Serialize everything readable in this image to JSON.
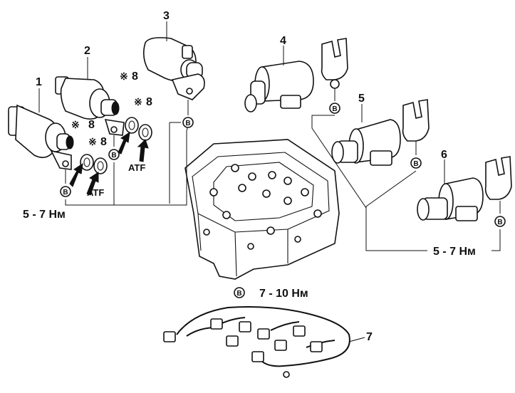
{
  "callouts": {
    "n1": "1",
    "n2": "2",
    "n3": "3",
    "n4": "4",
    "n5": "5",
    "n6": "6",
    "n7": "7",
    "n8a": "8",
    "n8b": "8",
    "n8c": "8",
    "n8d": "8"
  },
  "note_mark": "※",
  "bolt_marker": "B",
  "fluid_label": "ATF",
  "torque": {
    "left_group": "5 - 7 Нм",
    "right_group": "5 - 7 Нм",
    "valve_body": "7 - 10 Нм"
  }
}
